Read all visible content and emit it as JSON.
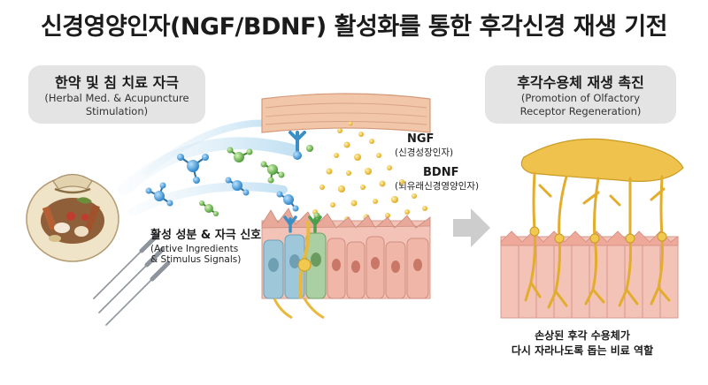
{
  "title": "신경영양인자(NGF/BDNF) 활성화를 통한 후각신경 재생 기전",
  "left_box": {
    "title": "한약 및 침 치료 자극",
    "sub1": "(Herbal Med. & Acupuncture",
    "sub2": "Stimulation)"
  },
  "right_box": {
    "title": "후각수용체 재생 촉진",
    "sub1": "(Promotion of Olfactory",
    "sub2": "Receptor Regeneration)"
  },
  "signals": {
    "title": "활성 성분 & 자극 신호",
    "sub1": "(Active Ingredients",
    "sub2": "& Stimulus Signals)"
  },
  "ngf": {
    "label": "NGF",
    "sub": "(신경성장인자)"
  },
  "bdnf": {
    "label": "BDNF",
    "sub": "(뇌유래신경영양인자)"
  },
  "caption": {
    "line1": "손상된 후각 수용체가",
    "line2": "다시 자라나도록 돕는 비료 역할"
  },
  "colors": {
    "skin": "#f2c6a8",
    "tissue": "#f4c3b7",
    "cell_blue": "#9ec8da",
    "cell_green": "#a9cfa2",
    "neuron": "#e9b93d",
    "molecule_blue": "#4b9fd8",
    "molecule_green": "#63b04e",
    "arrow": "#c9c9c9"
  }
}
